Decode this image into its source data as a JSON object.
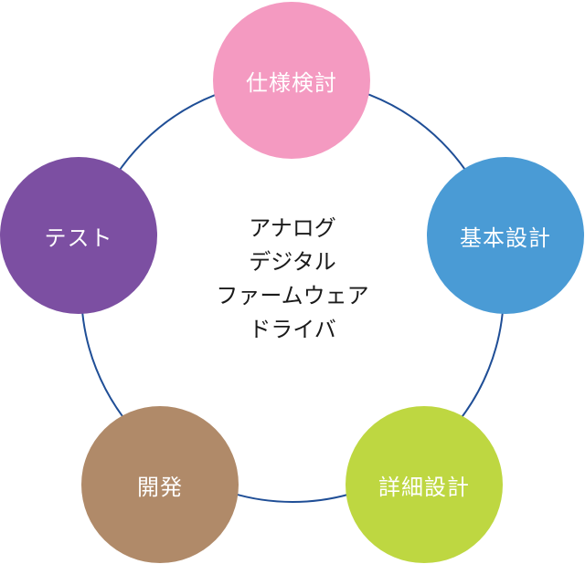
{
  "phases": [
    {
      "id": "spec",
      "label": "仕様検討",
      "color": "#f49ac1"
    },
    {
      "id": "basic",
      "label": "基本設計",
      "color": "#4a9bd5"
    },
    {
      "id": "detail",
      "label": "詳細設計",
      "color": "#bed741"
    },
    {
      "id": "dev",
      "label": "開発",
      "color": "#b08a69"
    },
    {
      "id": "test",
      "label": "テスト",
      "color": "#7c4fa2"
    }
  ],
  "ring_color": "#1f4e96",
  "center": {
    "lines": [
      "アナログ",
      "デジタル",
      "ファームウェア",
      "ドライバ"
    ]
  }
}
